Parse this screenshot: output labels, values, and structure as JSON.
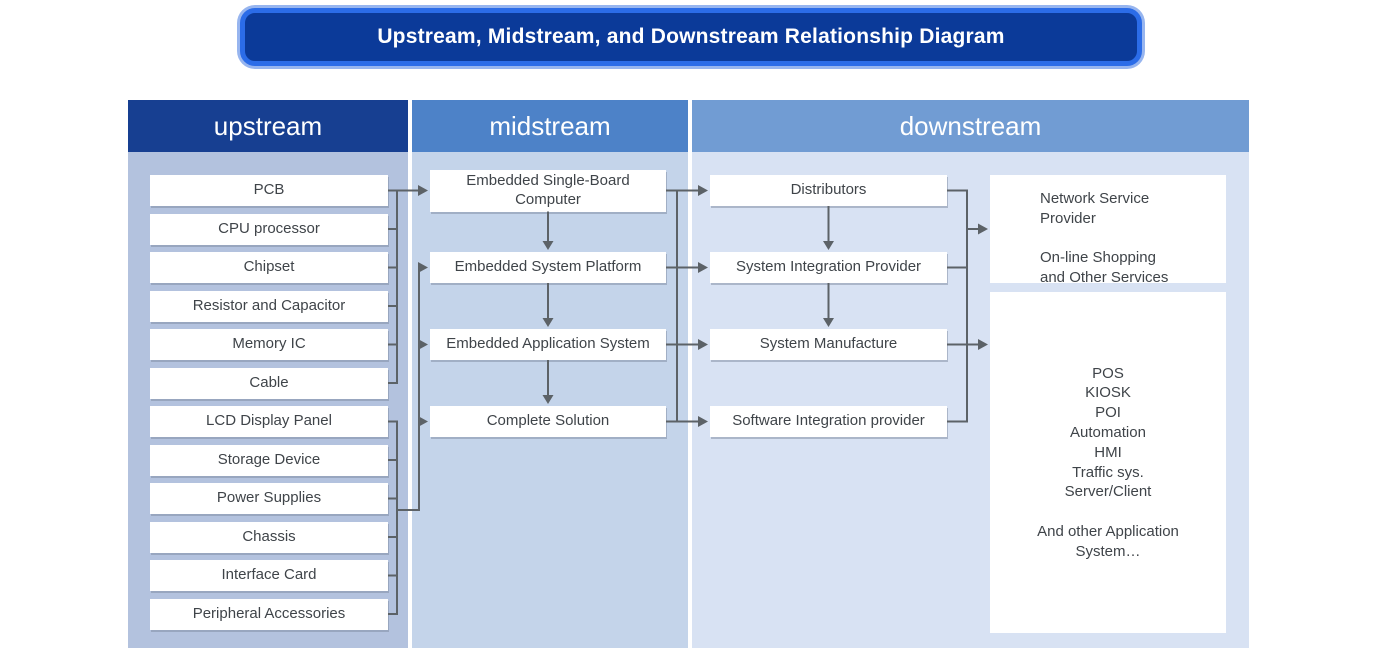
{
  "title": {
    "text": "Upstream, Midstream, and Downstream Relationship Diagram"
  },
  "columns": {
    "upstream": {
      "label": "upstream",
      "items": [
        "PCB",
        "CPU processor",
        "Chipset",
        "Resistor and Capacitor",
        "Memory IC",
        "Cable",
        "LCD Display Panel",
        "Storage Device",
        "Power Supplies",
        "Chassis",
        "Interface Card",
        "Peripheral Accessories"
      ]
    },
    "midstream": {
      "label": "midstream",
      "items": [
        "Embedded Single-Board Computer",
        "Embedded System Platform",
        "Embedded Application System",
        "Complete Solution"
      ]
    },
    "downstream": {
      "label": "downstream",
      "items": [
        "Distributors",
        "System Integration Provider",
        "System Manufacture",
        "Software Integration provider"
      ]
    }
  },
  "right_panel": {
    "services_box": {
      "text": "Network Service\nProvider\n\nOn-line Shopping\nand Other Services"
    },
    "applications_box": {
      "text": "POS\nKIOSK\nPOI\nAutomation\nHMI\nTraffic sys.\nServer/Client\n\nAnd other Application\nSystem…"
    }
  },
  "colors": {
    "title_fill": "#0b3a99",
    "title_border": "#2b6ce8",
    "title_halo": "#97b5ef",
    "upstream_header": "#173f91",
    "midstream_header": "#4d82c8",
    "downstream_header": "#719cd3",
    "upstream_body": "#b3c2de",
    "midstream_body": "#c4d4ea",
    "downstream_body": "#d8e2f3",
    "box_fill": "#ffffff",
    "box_text": "#3f4449",
    "connector": "#5c6267"
  }
}
